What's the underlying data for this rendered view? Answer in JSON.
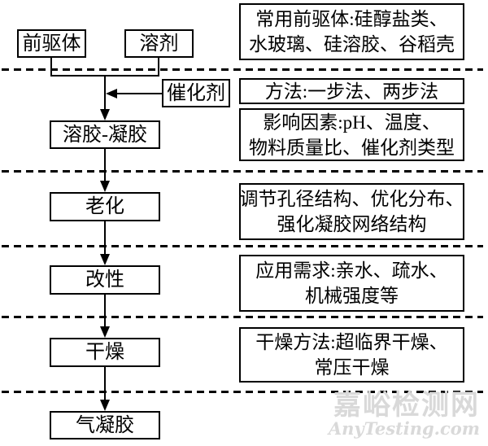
{
  "flow": {
    "nodes": [
      {
        "id": "precursor",
        "label": "前驱体"
      },
      {
        "id": "solvent",
        "label": "溶剂"
      },
      {
        "id": "catalyst",
        "label": "催化剂"
      },
      {
        "id": "sol-gel",
        "label": "溶胶-凝胶"
      },
      {
        "id": "aging",
        "label": "老化"
      },
      {
        "id": "modification",
        "label": "改性"
      },
      {
        "id": "drying",
        "label": "干燥"
      },
      {
        "id": "aerogel",
        "label": "气凝胶"
      }
    ],
    "notes": [
      {
        "id": "precursor-types",
        "lines": [
          "常用前驱体:硅醇盐类、",
          "水玻璃、硅溶胶、谷稻壳"
        ]
      },
      {
        "id": "methods",
        "lines": [
          "方法:一步法、两步法",
          ""
        ]
      },
      {
        "id": "factors",
        "lines": [
          "影响因素:pH、温度、",
          "物料质量比、催化剂类型"
        ]
      },
      {
        "id": "aging-purpose",
        "lines": [
          "调节孔径结构、优化分布、",
          "强化凝胶网络结构"
        ]
      },
      {
        "id": "application",
        "lines": [
          "应用需求:亲水、疏水、",
          "机械强度等"
        ]
      },
      {
        "id": "drying-methods",
        "lines": [
          "干燥方法:超临界干燥、",
          "常压干燥"
        ]
      }
    ]
  },
  "watermark": {
    "cn": "嘉峪检测网",
    "en": "AnyTesting.com"
  },
  "colors": {
    "line": "#000000",
    "background": "#ffffff",
    "watermark": "#d9d9d9"
  }
}
